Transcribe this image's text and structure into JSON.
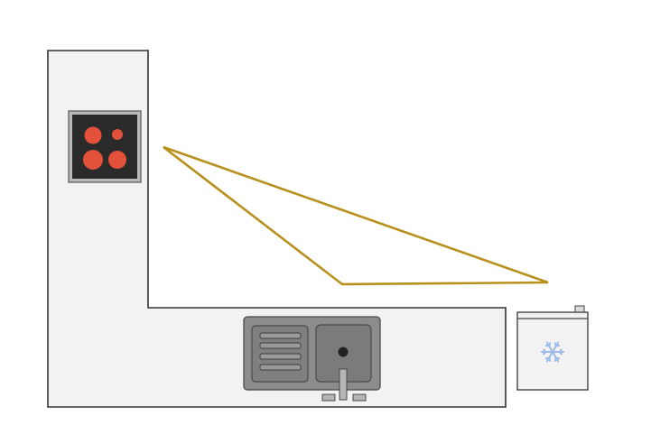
{
  "diagram": {
    "kind": "kitchen-layout",
    "layout_type": "L-shaped",
    "work_triangle": true,
    "appliances": [
      "cooktop",
      "sink",
      "refrigerator"
    ],
    "cooktop": {
      "burners": 4,
      "burner_color": "#e4513b",
      "surface_color": "#2a2a2a"
    },
    "sink": {
      "bowls": 1,
      "drainboard": true
    },
    "refrigerator": {
      "icon": "snowflake-icon",
      "icon_color": "#9dbbe8"
    },
    "colors": {
      "countertop": "#f2f2f2",
      "outline": "#333333",
      "triangle": "#b8901c",
      "sink_body": "#8c8c8c",
      "sink_basin": "#7b7b7b"
    }
  }
}
